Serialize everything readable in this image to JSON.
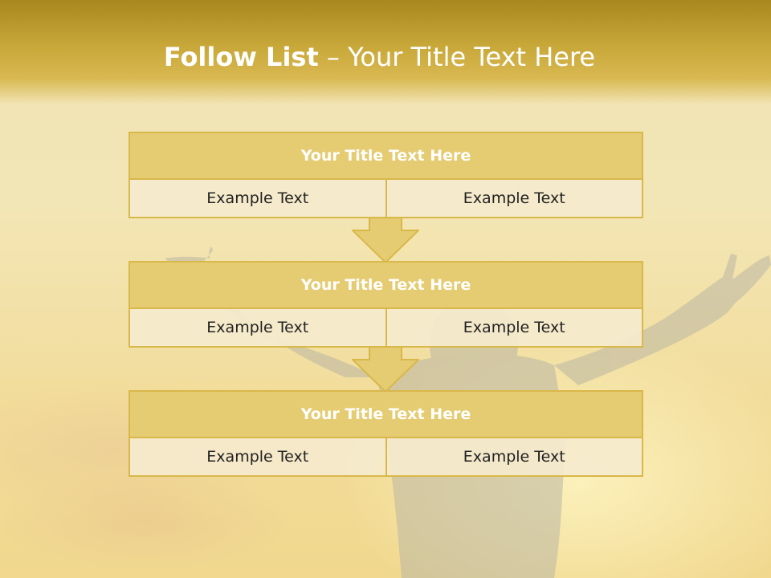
{
  "slide": {
    "title_bold": "Follow List",
    "title_rest": " – Your Title Text Here"
  },
  "colors": {
    "header_band": "#c9a83a",
    "card_header": "#e5cb72",
    "card_border": "#d9b84a",
    "arrow_fill": "#e5cb72"
  },
  "cards": [
    {
      "title": "Your Title Text Here",
      "left": "Example Text",
      "right": "Example Text"
    },
    {
      "title": "Your Title Text Here",
      "left": "Example Text",
      "right": "Example Text"
    },
    {
      "title": "Your Title Text Here",
      "left": "Example Text",
      "right": "Example Text"
    }
  ]
}
